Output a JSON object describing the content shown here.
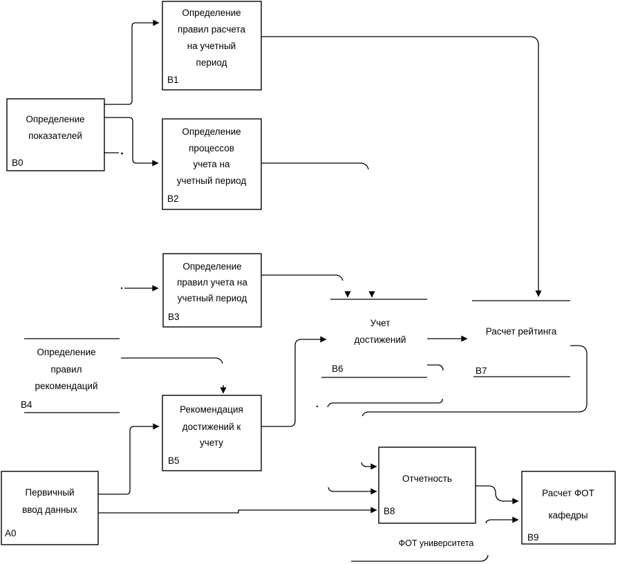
{
  "colors": {
    "line": "#000000",
    "text": "#000000",
    "background": "#ffffff"
  },
  "boxes": {
    "b0": {
      "code": "B0",
      "lines": [
        "Определение",
        "показателей"
      ]
    },
    "b1": {
      "code": "B1",
      "lines": [
        "Определение",
        "правил расчета",
        "на учетный",
        "период"
      ]
    },
    "b2": {
      "code": "B2",
      "lines": [
        "Определение",
        "процессов",
        "учета на",
        "учетный период"
      ]
    },
    "b3": {
      "code": "B3",
      "lines": [
        "Определение",
        "правил учета на",
        "учетный период"
      ]
    },
    "b4": {
      "code": "B4",
      "lines": [
        "Определение",
        "правил",
        "рекомендаций"
      ]
    },
    "b5": {
      "code": "B5",
      "lines": [
        "Рекомендация",
        "достижений к",
        "учету"
      ]
    },
    "b6": {
      "code": "B6",
      "lines": [
        "Учет",
        "достижений"
      ]
    },
    "b7": {
      "code": "B7",
      "lines": [
        "Расчет рейтинга"
      ]
    },
    "b8": {
      "code": "B8",
      "lines": [
        "Отчетность"
      ]
    },
    "b9": {
      "code": "B9",
      "lines": [
        "Расчет ФОТ",
        "кафедры"
      ]
    },
    "a0": {
      "code": "A0",
      "lines": [
        "Первичный",
        "ввод данных"
      ]
    }
  },
  "annotations": {
    "fot_university": "ФОТ университета"
  }
}
